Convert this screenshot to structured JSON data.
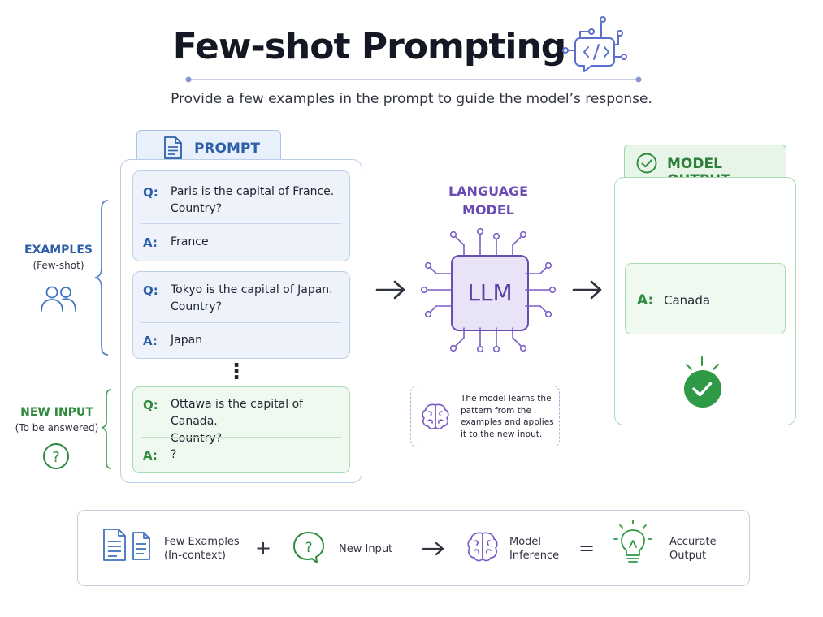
{
  "header": {
    "title": "Few-shot Prompting",
    "subtitle": "Provide a few examples in the prompt to guide the model’s response.",
    "title_icon": "code-chat-icon"
  },
  "prompt": {
    "tab_label": "PROMPT",
    "examples": [
      {
        "q_marker": "Q:",
        "question": [
          "Paris is the capital of France.",
          "Country?"
        ],
        "a_marker": "A:",
        "answer": "France"
      },
      {
        "q_marker": "Q:",
        "question": [
          "Tokyo is the capital of Japan.",
          "Country?"
        ],
        "a_marker": "A:",
        "answer": "Japan"
      }
    ],
    "ellipsis": "⋮",
    "new_input": {
      "q_marker": "Q:",
      "question": [
        "Ottawa is the capital of Canada.",
        "Country?"
      ],
      "a_marker": "A:",
      "answer": "?"
    }
  },
  "side_labels": {
    "examples_label": "EXAMPLES",
    "examples_sub": "(Few-shot)",
    "new_input_label": "NEW INPUT",
    "new_input_sub": "(To be answered)"
  },
  "model": {
    "title_line1": "LANGUAGE",
    "title_line2": "MODEL",
    "chip_label": "LLM",
    "note": [
      "The model learns the",
      "pattern from the",
      "examples and applies",
      "it to the new input."
    ]
  },
  "output": {
    "tab_label": "MODEL OUTPUT",
    "a_marker": "A:",
    "answer": "Canada"
  },
  "legend": {
    "item1": [
      "Few Examples",
      "(In-context)"
    ],
    "op1": "+",
    "item2": "New Input",
    "op2": "→",
    "item3": [
      "Model",
      "Inference"
    ],
    "op3": "=",
    "item4": [
      "Accurate",
      "Output"
    ]
  },
  "colors": {
    "blue": "#2c5fa8",
    "green": "#2e8b3e",
    "purple": "#6a4cb5",
    "check_green": "#2e9a45"
  }
}
